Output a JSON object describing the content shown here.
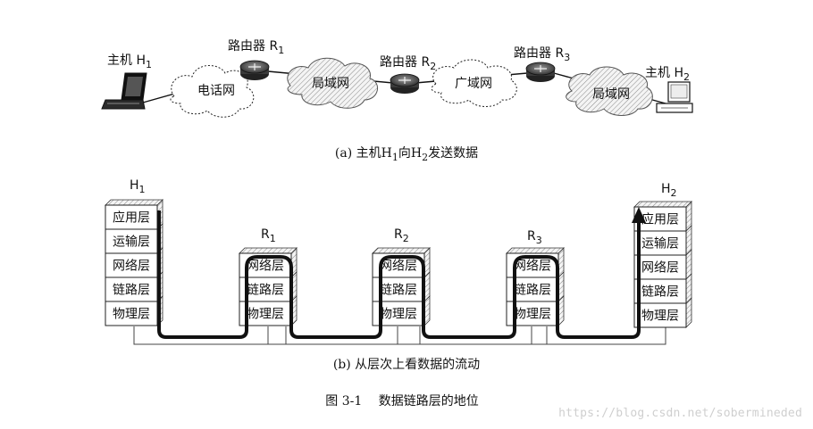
{
  "top": {
    "host1": {
      "name": "主机 H",
      "sub": "1"
    },
    "host2": {
      "name": "主机 H",
      "sub": "2"
    },
    "routers": [
      {
        "name": "路由器 R",
        "sub": "1"
      },
      {
        "name": "路由器 R",
        "sub": "2"
      },
      {
        "name": "路由器 R",
        "sub": "3"
      }
    ],
    "clouds": [
      "电话网",
      "局域网",
      "广域网",
      "局域网"
    ]
  },
  "caption_a": {
    "pre": "(a) 主机H",
    "s1": "1",
    "mid": "向H",
    "s2": "2",
    "post": "发送数据"
  },
  "bottom": {
    "host1": {
      "name": "H",
      "sub": "1"
    },
    "host2": {
      "name": "H",
      "sub": "2"
    },
    "routers": [
      {
        "name": "R",
        "sub": "1"
      },
      {
        "name": "R",
        "sub": "2"
      },
      {
        "name": "R",
        "sub": "3"
      }
    ],
    "host_layers": [
      "应用层",
      "运输层",
      "网络层",
      "链路层",
      "物理层"
    ],
    "router_layers": [
      "网络层",
      "链路层",
      "物理层"
    ]
  },
  "caption_b": "(b) 从层次上看数据的流动",
  "figure_caption": "图 3-1　 数据链路层的地位",
  "watermark": "https://blog.csdn.net/sobermineded"
}
